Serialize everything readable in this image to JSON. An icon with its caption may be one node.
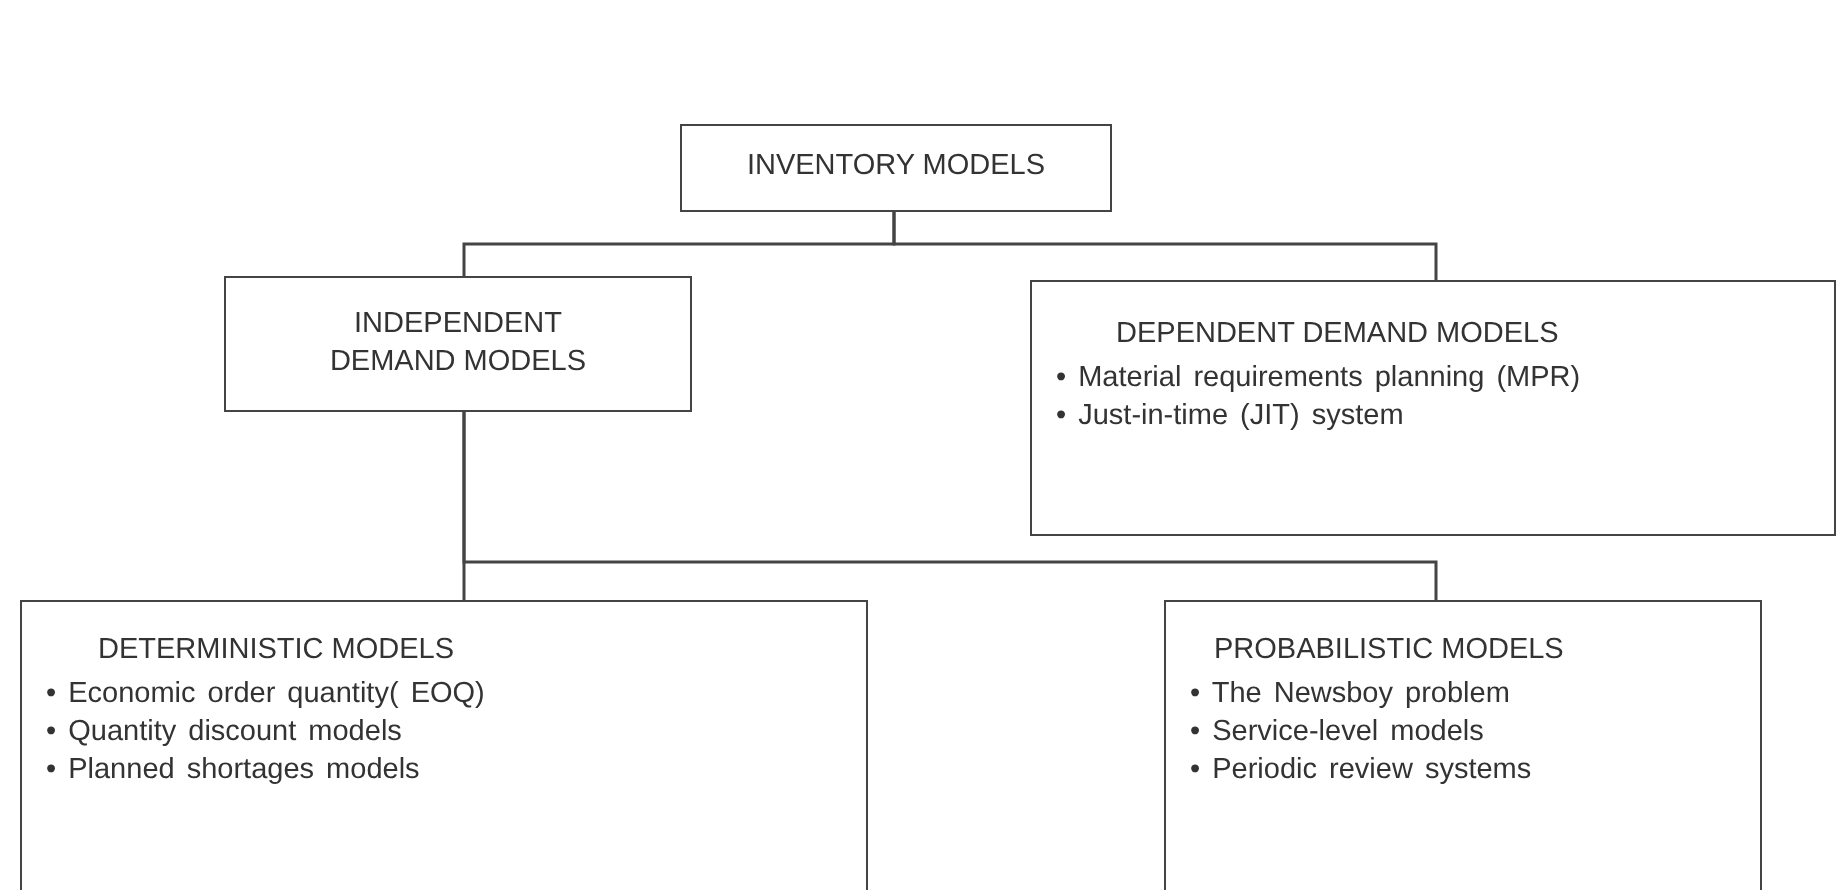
{
  "diagram": {
    "nodes": [
      {
        "text": [
          "INVENTORY MODELS"
        ]
      },
      {
        "text": [
          "INDEPENDENT DEMAND MODELS"
        ]
      },
      {
        "text": [
          "DEPENDENT DEMAND MODELS",
          "• Material requirements planning (MPR)",
          "• Just-in-time (JIT) system"
        ]
      },
      {
        "text": [
          "DETERMINISTIC MODELS",
          "• Economic order quantity( EOQ)",
          "• Quantity discount models",
          "• Planned shortages models"
        ]
      },
      {
        "text": [
          "PROBABILISTIC MODELS",
          "• The Newsboy problem",
          "• Service-level models",
          "• Periodic review systems"
        ]
      }
    ],
    "edges": [
      {
        "from": 0,
        "to": 1,
        "arrow": "none"
      },
      {
        "from": 0,
        "to": 2,
        "arrow": "none"
      },
      {
        "from": 1,
        "to": 3,
        "arrow": "none"
      },
      {
        "from": 1,
        "to": 4,
        "arrow": "none"
      }
    ]
  }
}
